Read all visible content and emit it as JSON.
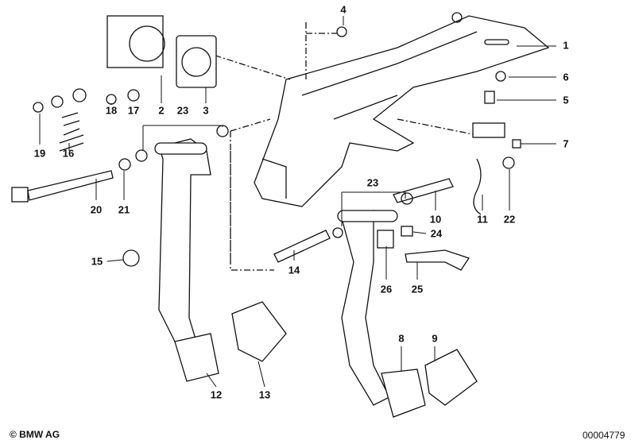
{
  "callouts": [
    "1",
    "4",
    "6",
    "5",
    "7",
    "18",
    "17",
    "2",
    "23",
    "3",
    "19",
    "16",
    "20",
    "21",
    "23",
    "10",
    "11",
    "22",
    "24",
    "15",
    "14",
    "26",
    "25",
    "8",
    "9",
    "12",
    "13"
  ],
  "footer": {
    "copyright": "© BMW AG",
    "diagram_number": "00004779"
  }
}
